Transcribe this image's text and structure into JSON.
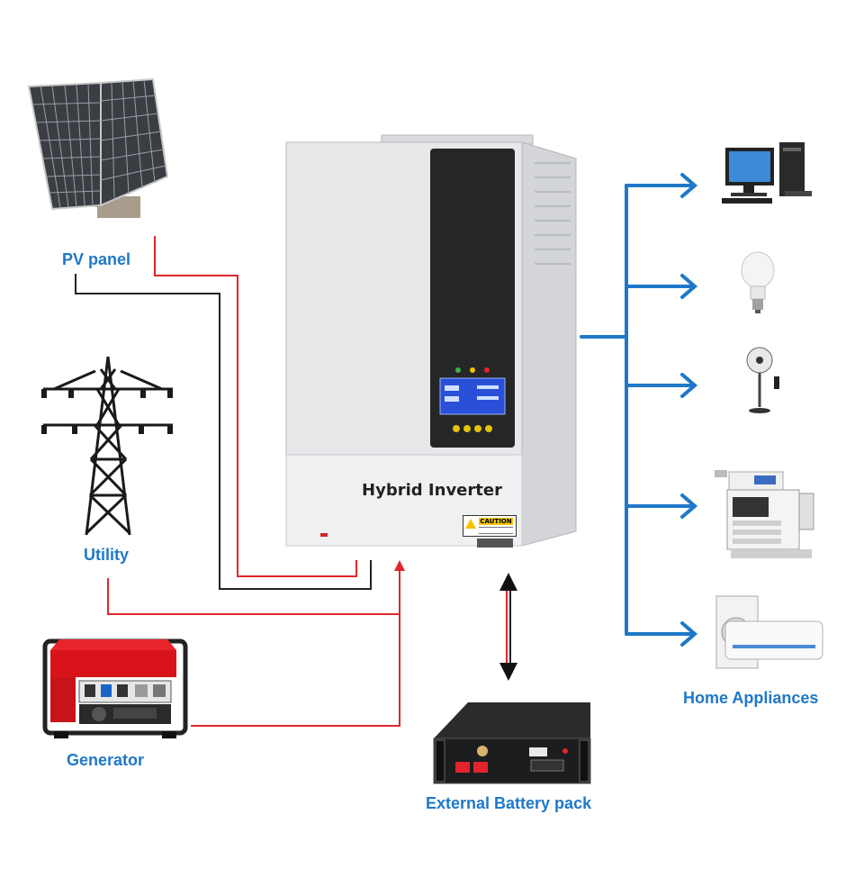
{
  "labels": {
    "pv_panel": "PV panel",
    "utility": "Utility",
    "generator": "Generator",
    "battery": "External Battery pack",
    "appliances": "Home Appliances"
  },
  "inverter": {
    "title": "Hybrid Inverter",
    "caution": "CAUTION"
  },
  "colors": {
    "label_blue": "#1f78c8",
    "wire_red": "#e0262a",
    "wire_black": "#222222",
    "arrow_blue": "#1f78c8"
  },
  "icons": [
    "solar-panel-icon",
    "transmission-tower-icon",
    "generator-icon",
    "battery-pack-icon",
    "desktop-computer-icon",
    "light-bulb-icon",
    "stand-fan-icon",
    "copier-icon",
    "air-conditioner-icon"
  ]
}
